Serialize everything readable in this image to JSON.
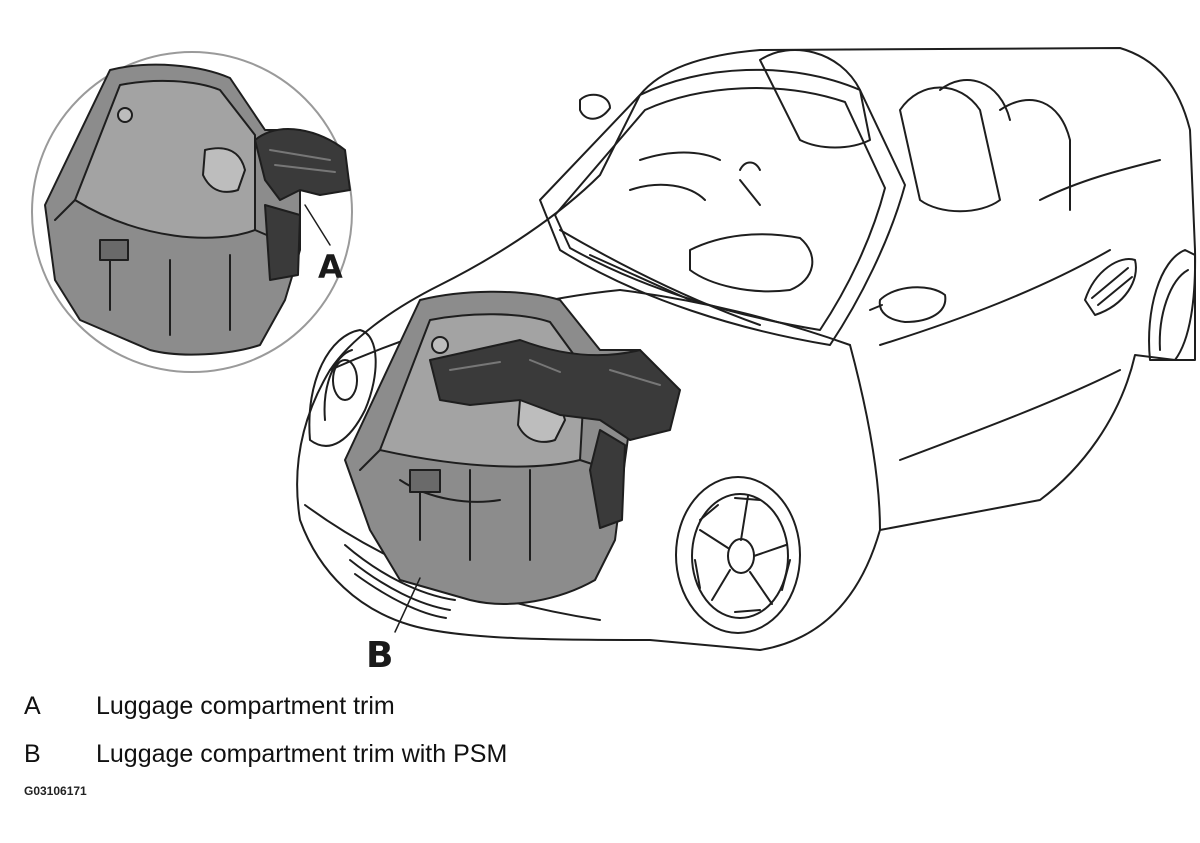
{
  "figure": {
    "callouts": [
      {
        "letter": "A",
        "description": "Luggage compartment trim"
      },
      {
        "letter": "B",
        "description": "Luggage compartment trim with PSM"
      }
    ],
    "figure_id": "G03106171"
  },
  "colors": {
    "line": "#1e1e1e",
    "trim_gray": "#8c8c8c",
    "trim_dark": "#3a3a3a",
    "detail_circle": "#cfcfcf"
  }
}
